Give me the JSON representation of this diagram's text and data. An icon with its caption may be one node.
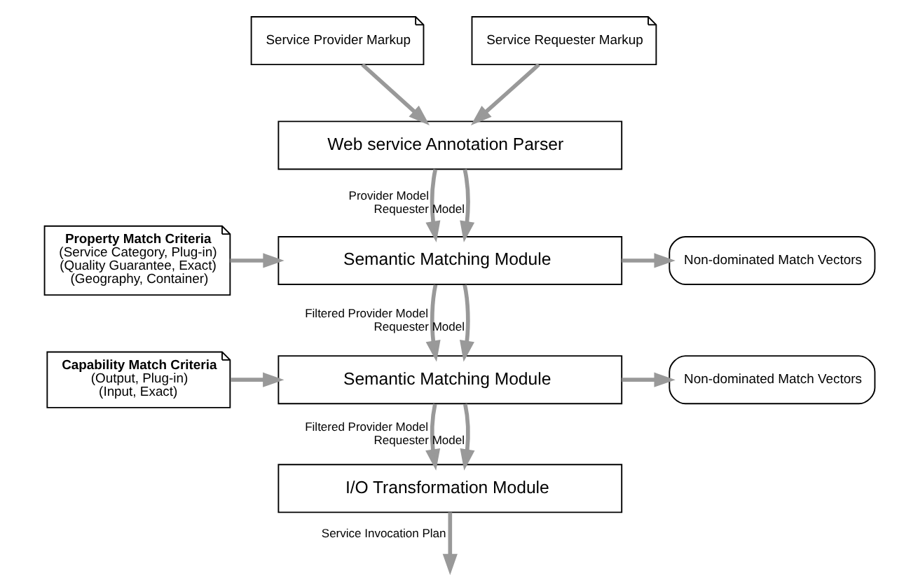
{
  "diagram": {
    "nodes": [
      {
        "text": [
          "Service Provider Markup"
        ]
      },
      {
        "text": [
          "Service Requester Markup"
        ]
      },
      {
        "text": [
          "Web service Annotation Parser"
        ]
      },
      {
        "text": [
          "Property Match Criteria",
          "(Service Category, Plug-in)",
          "(Quality Guarantee, Exact)",
          "(Geography, Container)"
        ]
      },
      {
        "text": [
          "Semantic Matching Module"
        ]
      },
      {
        "text": [
          "Non-dominated Match Vectors"
        ]
      },
      {
        "text": [
          "Capability Match Criteria",
          "(Output, Plug-in)",
          "(Input, Exact)"
        ]
      },
      {
        "text": [
          "Semantic Matching Module"
        ]
      },
      {
        "text": [
          "Non-dominated Match Vectors"
        ]
      },
      {
        "text": [
          "I/O Transformation Module"
        ]
      }
    ],
    "edges": [
      {
        "from": 0,
        "to": 2,
        "arrow": "to"
      },
      {
        "from": 1,
        "to": 2,
        "arrow": "to"
      },
      {
        "from": 2,
        "to": 4,
        "arrow": "to",
        "label": "Provider Model"
      },
      {
        "from": 2,
        "to": 4,
        "arrow": "to",
        "label": "Requester Model"
      },
      {
        "from": 3,
        "to": 4,
        "arrow": "to"
      },
      {
        "from": 4,
        "to": 5,
        "arrow": "to"
      },
      {
        "from": 4,
        "to": 7,
        "arrow": "to",
        "label": "Filtered Provider Model"
      },
      {
        "from": 4,
        "to": 7,
        "arrow": "to",
        "label": "Requester Model"
      },
      {
        "from": 6,
        "to": 7,
        "arrow": "to"
      },
      {
        "from": 7,
        "to": 8,
        "arrow": "to"
      },
      {
        "from": 7,
        "to": 9,
        "arrow": "to",
        "label": "Filtered Provider Model"
      },
      {
        "from": 7,
        "to": 9,
        "arrow": "to",
        "label": "Requester Model"
      },
      {
        "from": 9,
        "to": null,
        "arrow": "to",
        "label": "Service Invocation Plan"
      }
    ]
  }
}
